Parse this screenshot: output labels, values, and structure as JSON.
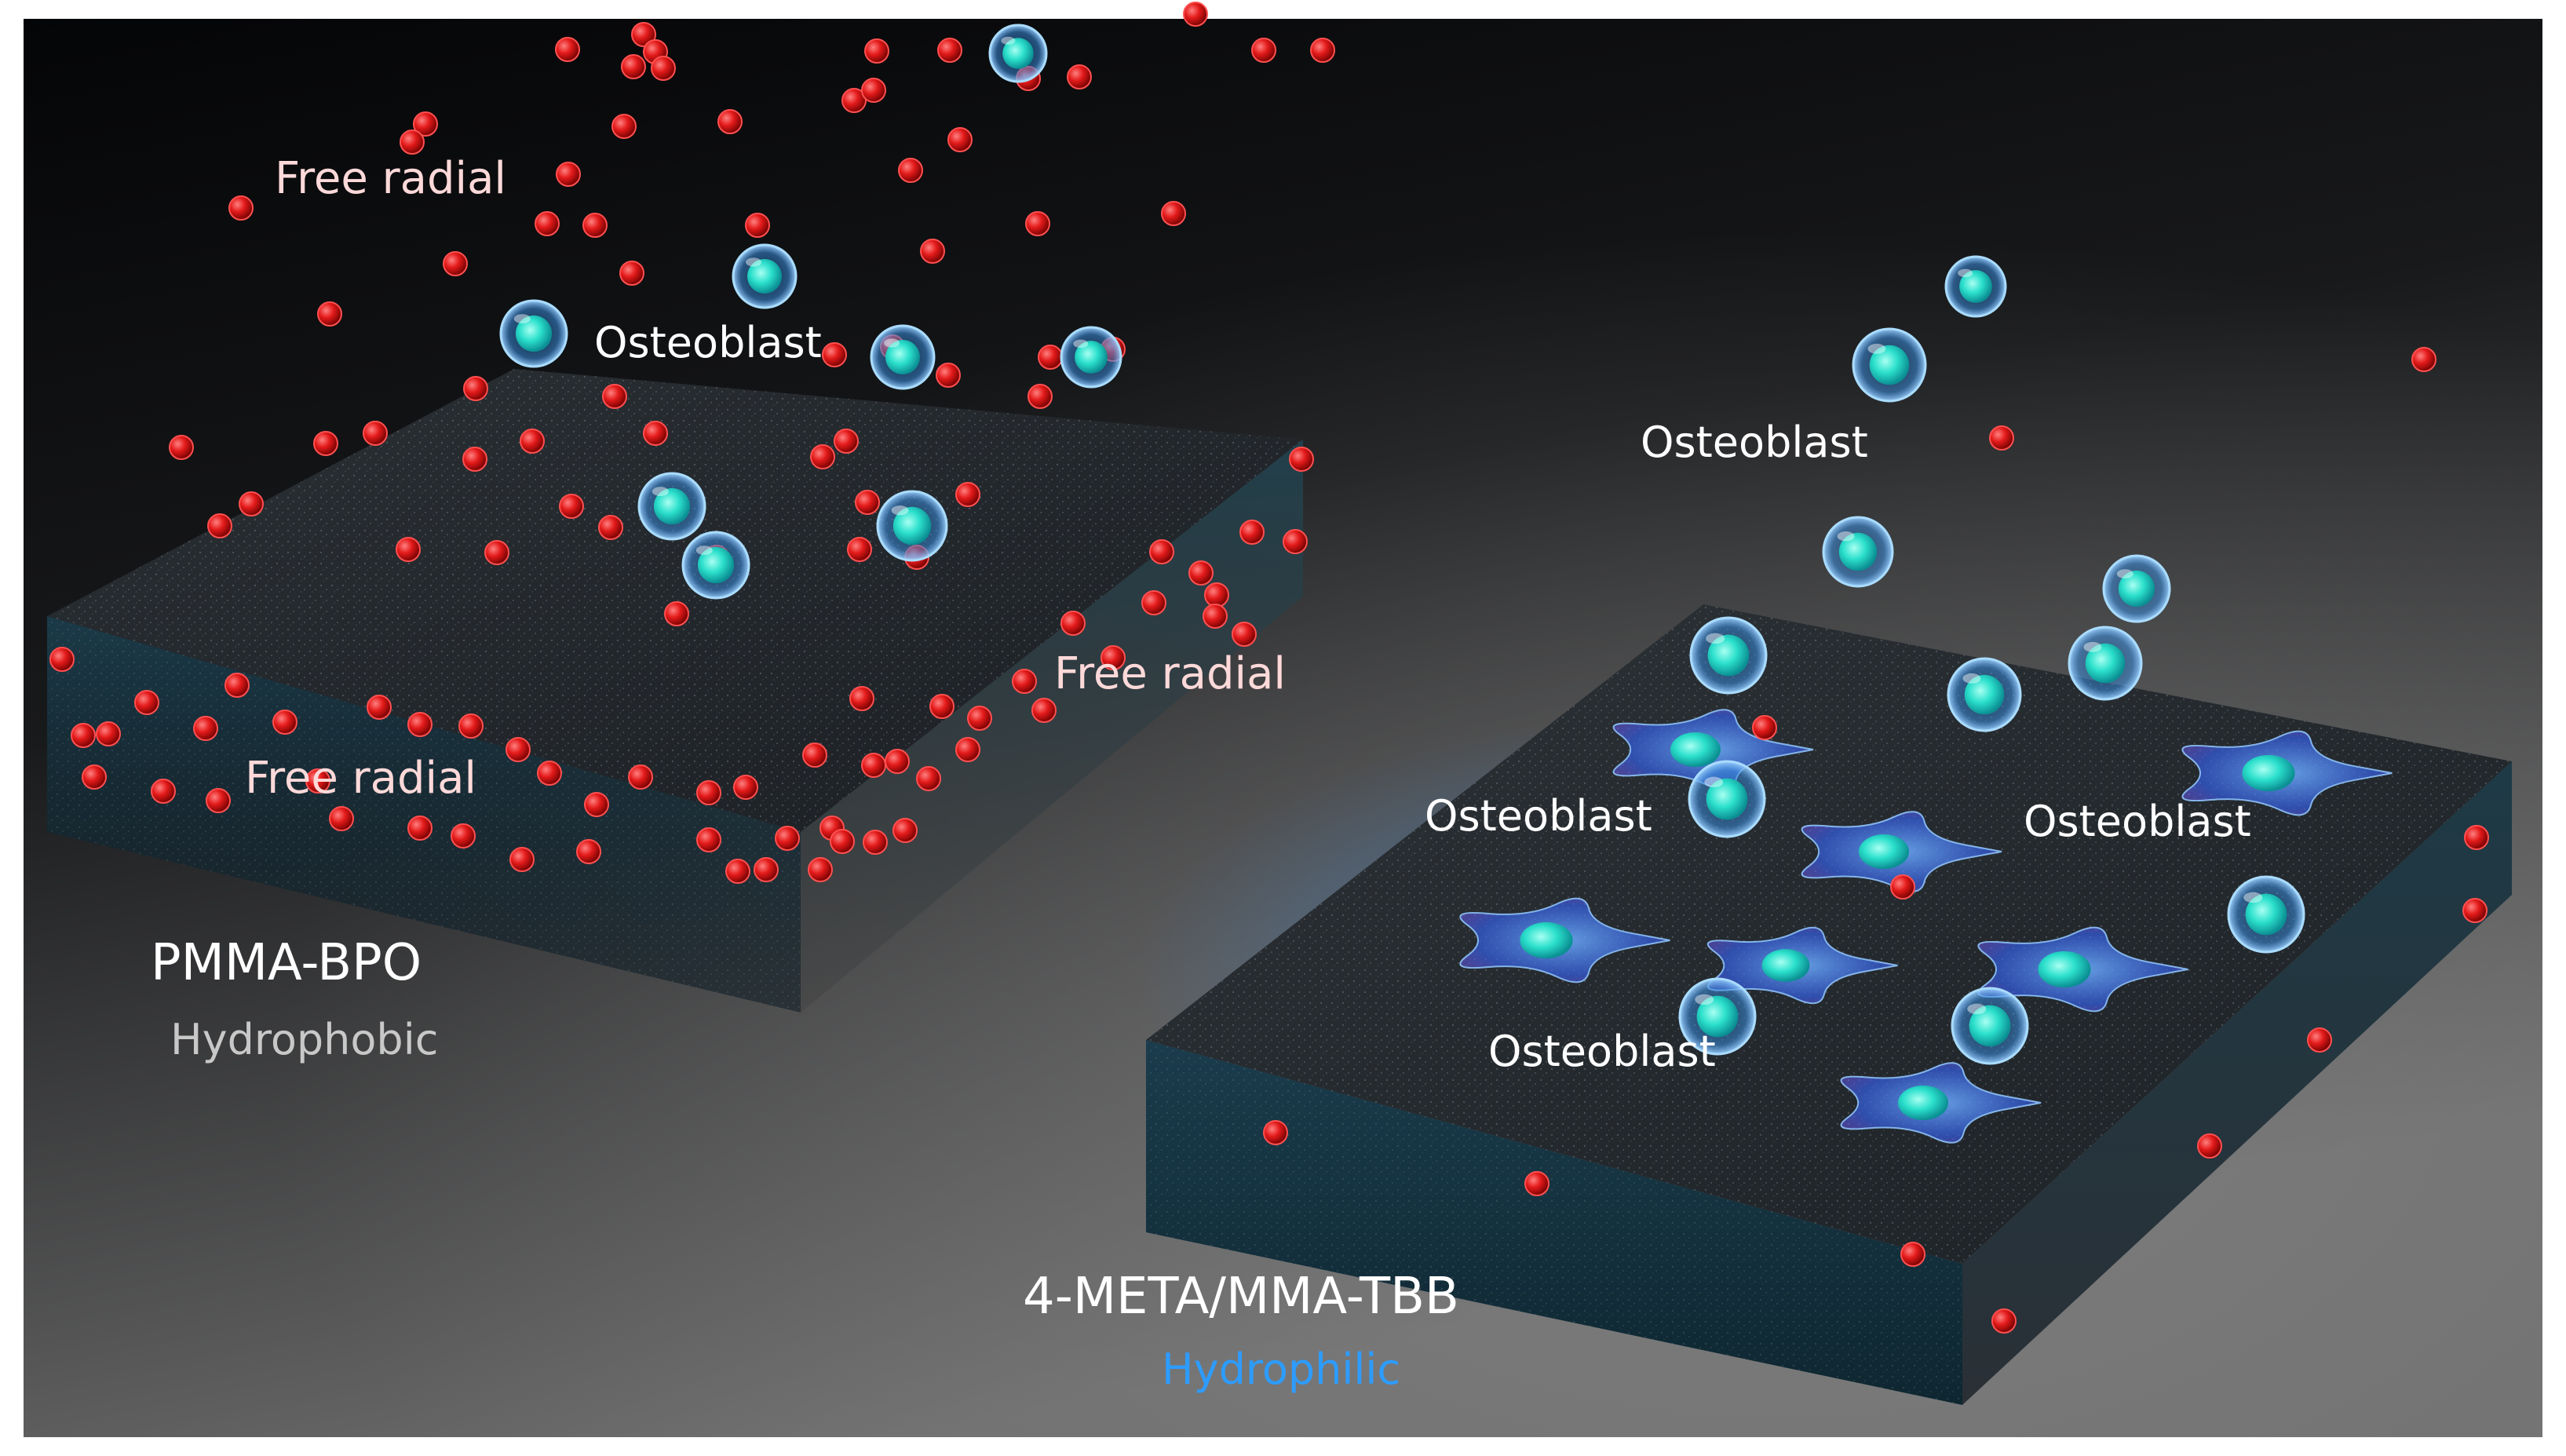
{
  "labels": {
    "free_radical": "Free radial",
    "osteoblast": "Osteoblast",
    "left_material": "PMMA-BPO",
    "left_property": "Hydrophobic",
    "right_material": "4-META/MMA-TBB",
    "right_property": "Hydrophilic"
  },
  "colors": {
    "background_top": "#050608",
    "background_bottom": "#6e6e6e",
    "block_top": "#262b30",
    "block_side": "#14303c",
    "radical": "#e01818",
    "radical_text": "#ffd9d9",
    "osteoblast_shell": "#4aa8ff",
    "osteoblast_core": "#2de0d0",
    "spread_cell": "#3f7dff",
    "hydrophobic_text": "#c8c8c8",
    "hydrophilic_text": "#2d9cff",
    "label_text": "#ffffff"
  }
}
